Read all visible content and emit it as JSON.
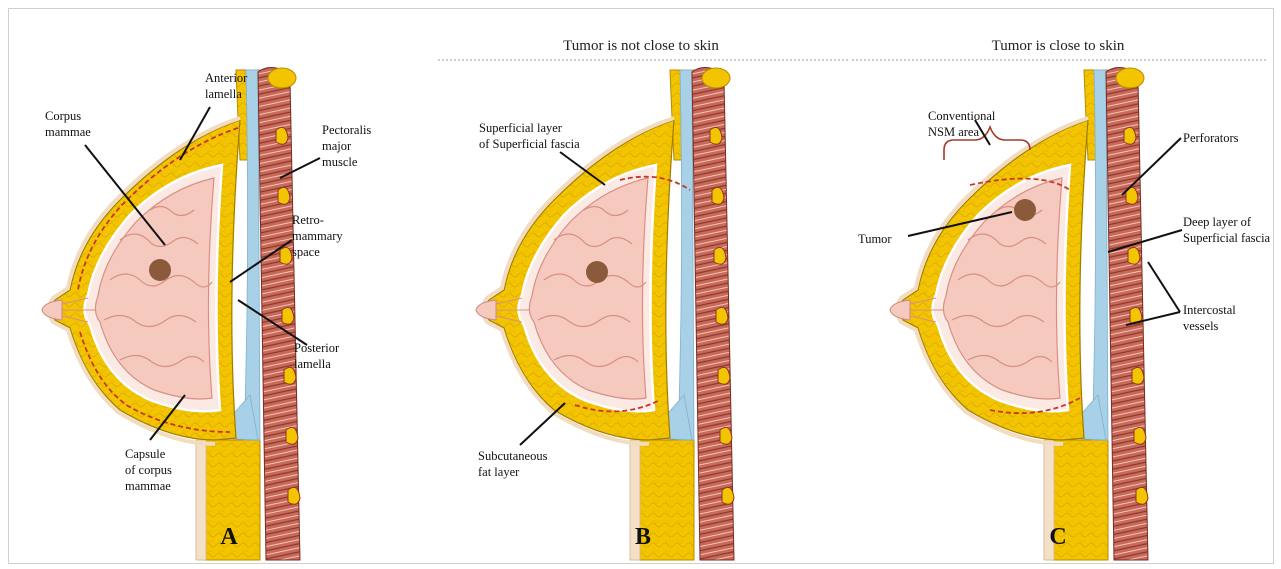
{
  "panels": [
    {
      "letter": "A"
    },
    {
      "letter": "B",
      "header": "Tumor is not close to skin"
    },
    {
      "letter": "C",
      "header": "Tumor is close to skin"
    }
  ],
  "labels": {
    "a_anterior_lamella": [
      "Anterior",
      "lamella"
    ],
    "a_corpus_mammae": [
      "Corpus",
      "mammae"
    ],
    "a_pectoralis": [
      "Pectoralis",
      "major",
      "muscle"
    ],
    "a_retromammary": [
      "Retro-",
      "mammary",
      "space"
    ],
    "a_posterior_lamella": [
      "Posterior",
      "lamella"
    ],
    "a_capsule": [
      "Capsule",
      "of corpus",
      "mammae"
    ],
    "b_superficial_layer": [
      "Superficial layer",
      "of Superficial fascia"
    ],
    "b_subcutaneous": [
      "Subcutaneous",
      "fat layer"
    ],
    "c_conventional_nsm": [
      "Conventional",
      "NSM area"
    ],
    "c_perforators": [
      "Perforators"
    ],
    "c_tumor": [
      "Tumor"
    ],
    "c_deep_layer": [
      "Deep layer of",
      "Superficial fascia"
    ],
    "c_intercostal": [
      "Intercostal",
      "vessels"
    ]
  },
  "colors": {
    "fat": "#f3c400",
    "fat_edge": "#c79a00",
    "gland": "#f6c9bf",
    "gland_edge": "#d98f84",
    "capsule_fill": "#fbe9e4",
    "fascia": "#a8d0e6",
    "muscle": "#b5584a",
    "muscle_light": "#e7b0a3",
    "tumor": "#8a5a3b",
    "dashed": "#c7362b"
  }
}
